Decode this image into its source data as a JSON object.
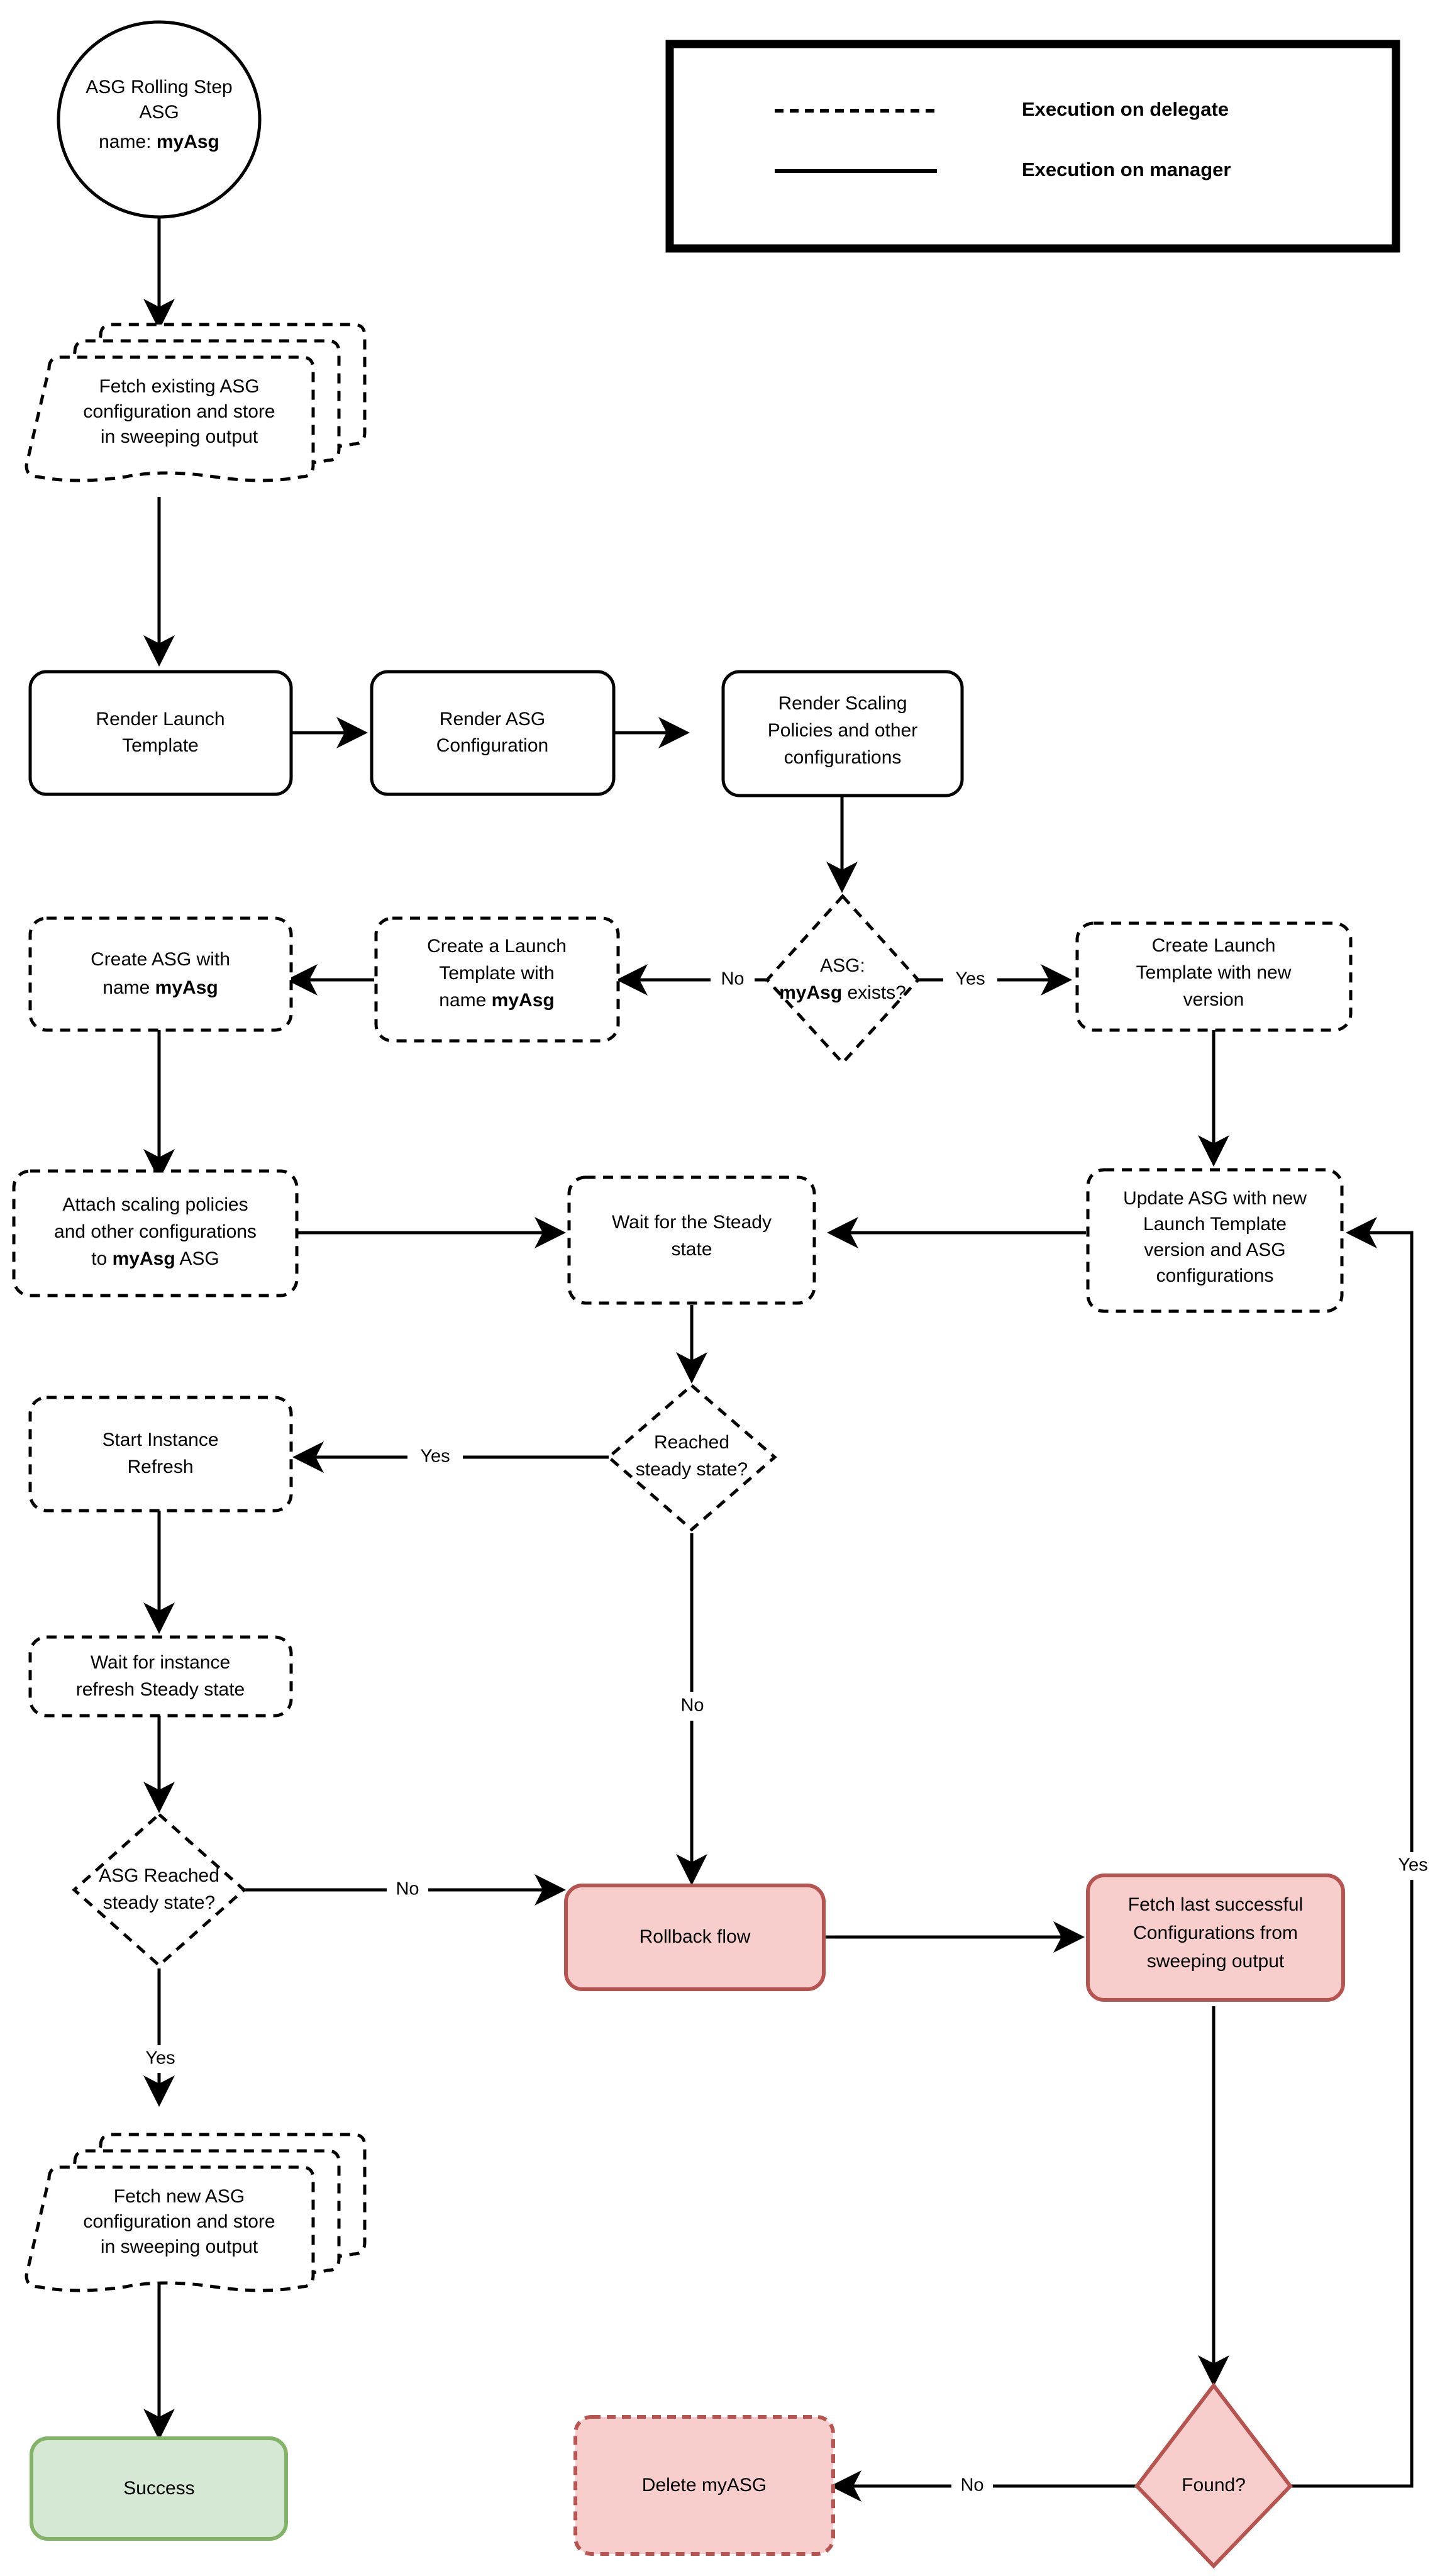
{
  "diagram": {
    "title": "ASG Rolling Step flow",
    "colors": {
      "stroke": "#000000",
      "pink_fill": "#f8cecc",
      "pink_stroke": "#b85450",
      "green_fill": "#d5e8d4",
      "green_stroke": "#82b366",
      "white_fill": "#ffffff"
    }
  },
  "legend": {
    "items": [
      {
        "style": "dashed",
        "label": "Execution on delegate"
      },
      {
        "style": "solid",
        "label": "Execution on manager"
      }
    ]
  },
  "nodes": {
    "start": {
      "line1": "ASG Rolling Step",
      "line2": "ASG",
      "line3_prefix": "name: ",
      "line3_bold": "myAsg"
    },
    "fetch_existing": {
      "line1": "Fetch existing ASG",
      "line2": "configuration and store",
      "line3": "in sweeping output"
    },
    "render_launch_template": {
      "line1": "Render Launch",
      "line2": "Template"
    },
    "render_asg_config": {
      "line1": "Render ASG",
      "line2": "Configuration"
    },
    "render_scaling": {
      "line1": "Render Scaling",
      "line2": "Policies and other",
      "line3": "configurations"
    },
    "asg_exists": {
      "line1": "ASG:",
      "line2_bold": "myAsg",
      "line2_rest": " exists?"
    },
    "create_launch_template_new_version": {
      "line1": "Create Launch",
      "line2": "Template with new",
      "line3": "version"
    },
    "create_a_launch_template": {
      "line1": "Create a Launch",
      "line2": "Template with",
      "line3_prefix": "name ",
      "line3_bold": "myAsg"
    },
    "create_asg": {
      "line1": "Create ASG with",
      "line2_prefix": "name ",
      "line2_bold": "myAsg"
    },
    "attach_scaling": {
      "line1": "Attach scaling policies",
      "line2": "and other configurations",
      "line3_prefix": "to ",
      "line3_bold": "myAsg",
      "line3_suffix": " ASG"
    },
    "wait_steady": {
      "line1": "Wait for the Steady",
      "line2": "state"
    },
    "update_asg": {
      "line1": "Update ASG with new",
      "line2": "Launch Template",
      "line3": "version and ASG",
      "line4": "configurations"
    },
    "reached_steady": {
      "line1": "Reached",
      "line2": "steady state?"
    },
    "start_instance_refresh": {
      "line1": "Start Instance",
      "line2": "Refresh"
    },
    "wait_instance_refresh": {
      "line1": "Wait for instance",
      "line2": "refresh Steady state"
    },
    "asg_reached_steady": {
      "line1": "ASG Reached",
      "line2": "steady state?"
    },
    "rollback_flow": {
      "line1": "Rollback flow"
    },
    "fetch_last_successful": {
      "line1": "Fetch last successful",
      "line2": "Configurations from",
      "line3": "sweeping output"
    },
    "fetch_new_asg": {
      "line1": "Fetch new ASG",
      "line2": "configuration and store",
      "line3": "in sweeping output"
    },
    "success": {
      "line1": "Success"
    },
    "delete_myasg": {
      "line1": "Delete myASG"
    },
    "found": {
      "line1": "Found?"
    }
  },
  "edge_labels": {
    "exists_no": "No",
    "exists_yes": "Yes",
    "reached_yes": "Yes",
    "reached_no": "No",
    "asg_reached_no": "No",
    "asg_reached_yes": "Yes",
    "found_no": "No",
    "found_yes": "Yes"
  }
}
